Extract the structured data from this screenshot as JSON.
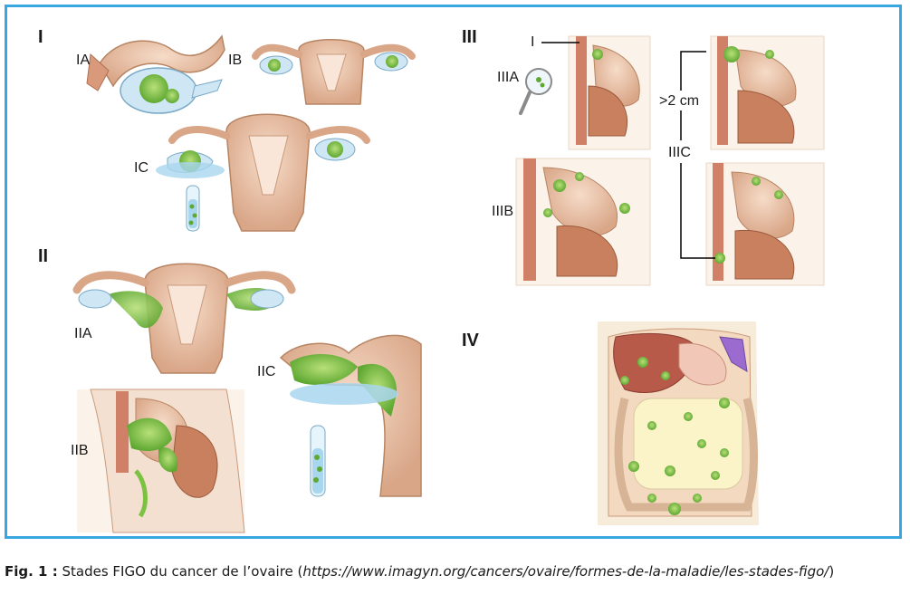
{
  "sections": {
    "I": "I",
    "II": "II",
    "III": "III",
    "IV": "IV"
  },
  "substages": {
    "IA": "IA",
    "IB": "IB",
    "IC": "IC",
    "IIA": "IIA",
    "IIB": "IIB",
    "IIC": "IIC",
    "IIIA": "IIIA",
    "IIIB": "IIIB",
    "IIIC": "IIIC"
  },
  "annotations": {
    "marker_I": "I",
    "size": ">2 cm"
  },
  "caption": {
    "label": "Fig. 1 :",
    "text": "Stades FIGO du cancer de l’ovaire (",
    "url": "https://www.imagyn.org/cancers/ovaire/formes-de-la-maladie/les-stades-figo/",
    "close": ")"
  },
  "colors": {
    "frame": "#3aa6e0",
    "tissue": "#e8c3a8",
    "tumor": "#7cc242",
    "fluid": "#a9d6ef"
  }
}
